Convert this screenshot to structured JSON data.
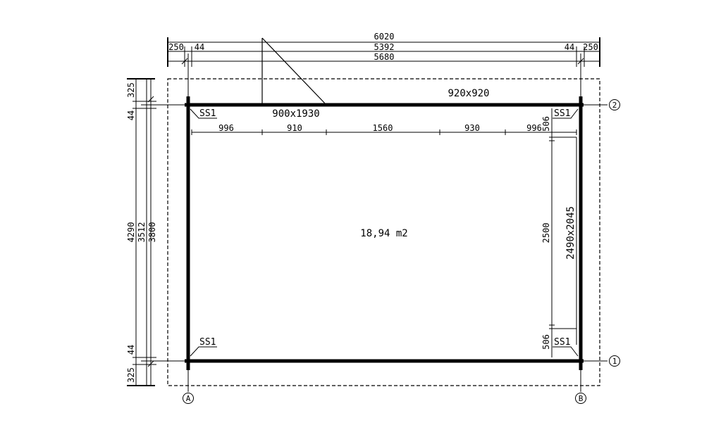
{
  "dimensions": {
    "top": {
      "overall": "6020",
      "overhang_left": "250",
      "wall_left": "44",
      "inner": "5392",
      "wall_right": "44",
      "overhang_right": "250",
      "axis": "5680"
    },
    "left": {
      "overhang_top": "325",
      "wall_top": "44",
      "overall": "4290",
      "inner": "3512",
      "axis": "3800",
      "wall_bottom": "44",
      "overhang_bottom": "325"
    },
    "front_wall_segments": [
      "996",
      "910",
      "1560",
      "930",
      "996"
    ],
    "right_wall_segments": [
      "506",
      "2500",
      "506"
    ]
  },
  "labels": {
    "door": "900x1930",
    "window_top": "920x920",
    "window_right": "2490x2045",
    "area": "18,94 m2",
    "corner": "SS1"
  },
  "axes": {
    "row_top": "2",
    "row_bottom": "1",
    "col_left": "A",
    "col_right": "B"
  }
}
